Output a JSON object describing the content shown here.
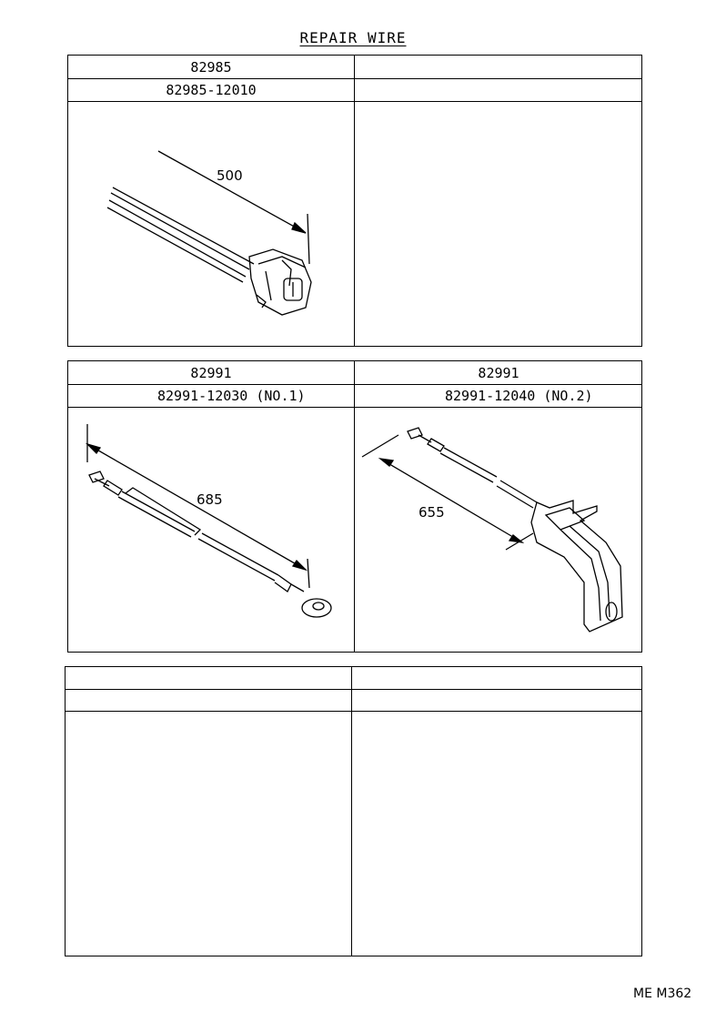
{
  "title": "REPAIR WIRE",
  "panels": [
    {
      "left": {
        "part_no": "82985",
        "part_code": "82985-12010",
        "dimension": "500"
      },
      "right": {
        "part_no": "",
        "part_code": "",
        "dimension": ""
      }
    },
    {
      "left": {
        "part_no": "82991",
        "part_code": "82991-12030 (NO.1)",
        "dimension": "685"
      },
      "right": {
        "part_no": "82991",
        "part_code": "82991-12040 (NO.2)",
        "dimension": "655"
      }
    },
    {
      "left": {
        "part_no": "",
        "part_code": "",
        "dimension": ""
      },
      "right": {
        "part_no": "",
        "part_code": "",
        "dimension": ""
      }
    }
  ],
  "footer": "ME  M362"
}
